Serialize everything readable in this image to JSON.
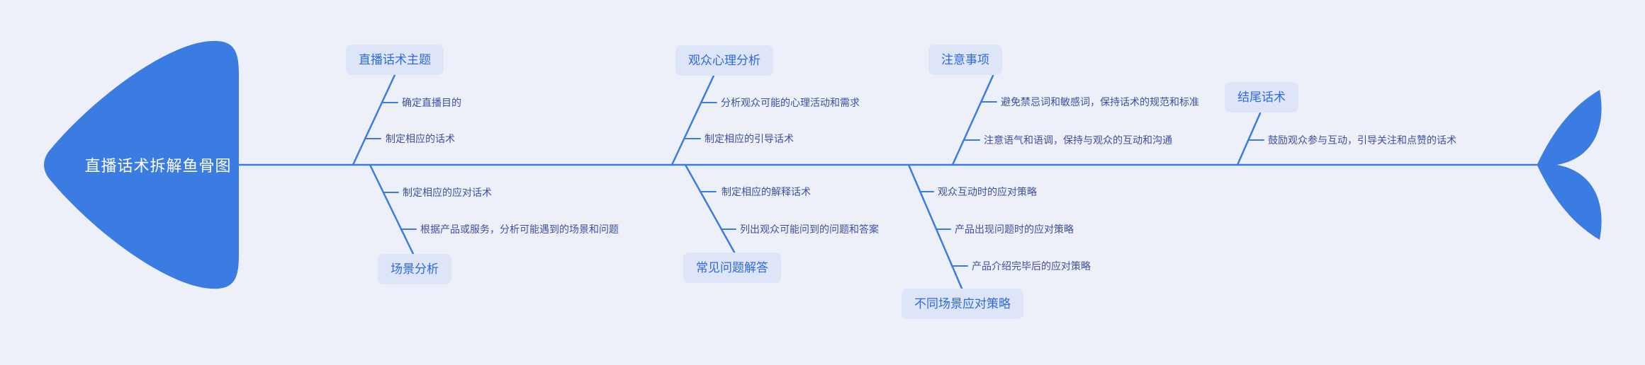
{
  "title": "直播话术拆解鱼骨图",
  "colors": {
    "background": "#eef0f9",
    "fish": "#3b7ce2",
    "line": "#3b7ce2",
    "node_bg": "#dfe5f9",
    "node_text": "#2c6ae2",
    "item_text": "#3e4fa3",
    "head_text": "#ffffff"
  },
  "branches": [
    {
      "label": "直播话术主题",
      "position": "top",
      "items": [
        "确定直播目的",
        "制定相应的话术"
      ]
    },
    {
      "label": "场景分析",
      "position": "bottom",
      "items": [
        "制定相应的应对话术",
        "根据产品或服务，分析可能遇到的场景和问题"
      ]
    },
    {
      "label": "观众心理分析",
      "position": "top",
      "items": [
        "分析观众可能的心理活动和需求",
        "制定相应的引导话术"
      ]
    },
    {
      "label": "常见问题解答",
      "position": "bottom",
      "items": [
        "制定相应的解释话术",
        "列出观众可能问到的问题和答案"
      ]
    },
    {
      "label": "注意事项",
      "position": "top",
      "items": [
        "避免禁忌词和敏感词，保持话术的规范和标准",
        "注意语气和语调，保持与观众的互动和沟通"
      ]
    },
    {
      "label": "不同场景应对策略",
      "position": "bottom",
      "items": [
        "观众互动时的应对策略",
        "产品出现问题时的应对策略",
        "产品介绍完毕后的应对策略"
      ]
    },
    {
      "label": "结尾话术",
      "position": "top",
      "items": [
        "鼓励观众参与互动，引导关注和点赞的话术"
      ]
    }
  ]
}
